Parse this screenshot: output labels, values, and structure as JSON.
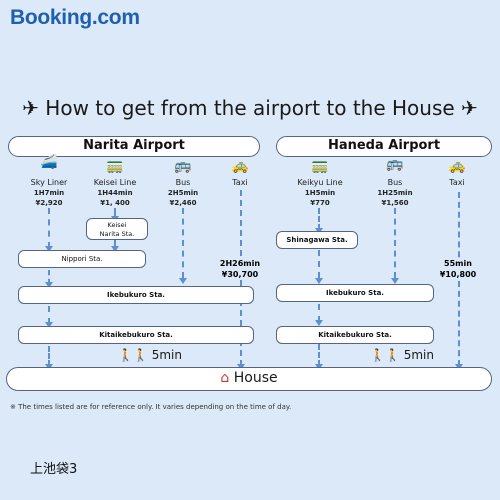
{
  "logo": "Booking.com",
  "title": "How to get from the airport to the House",
  "narita": {
    "name": "Narita Airport",
    "modes": [
      {
        "name": "Sky Liner",
        "time": "1H7min",
        "fare": "¥2,920",
        "icon": "train-icon"
      },
      {
        "name": "Keisei Line",
        "time": "1H44min",
        "fare": "¥1, 400",
        "icon": "tram-icon"
      },
      {
        "name": "Bus",
        "time": "2H5min",
        "fare": "¥2,460",
        "icon": "bus-icon"
      },
      {
        "name": "Taxi",
        "time": "",
        "fare": "",
        "icon": "taxi-icon"
      }
    ],
    "keisei_narita": "Keisei\nNarita Sta.",
    "nippori": "Nippori   Sta.",
    "ikebukuro": "Ikebukuro Sta.",
    "kitaikebukuro": "Kitaikebukuro  Sta.",
    "taxi_time": "2H26min",
    "taxi_fare": "¥30,700",
    "walk": "5min"
  },
  "haneda": {
    "name": "Haneda Airport",
    "modes": [
      {
        "name": "Keikyu Line",
        "time": "1H5min",
        "fare": "¥770",
        "icon": "tram-icon"
      },
      {
        "name": "Bus",
        "time": "1H25min",
        "fare": "¥1,560",
        "icon": "bus-icon"
      },
      {
        "name": "Taxi",
        "time": "",
        "fare": "",
        "icon": "taxi-icon"
      }
    ],
    "shinagawa": "Shinagawa  Sta.",
    "ikebukuro": "Ikebukuro    Sta.",
    "kitaikebukuro": "Kitaikebukuro  Sta.",
    "taxi_time": "55min",
    "taxi_fare": "¥10,800",
    "walk": "5min"
  },
  "house": "House",
  "note": "※ The times listed are for reference only. It varies depending on the time of day.",
  "footer": "上池袋3",
  "colors": {
    "background": "#dbe9f8",
    "dashes": "#5e8fd1",
    "logo": "#1f5fae",
    "house_icon": "#c0392b"
  }
}
